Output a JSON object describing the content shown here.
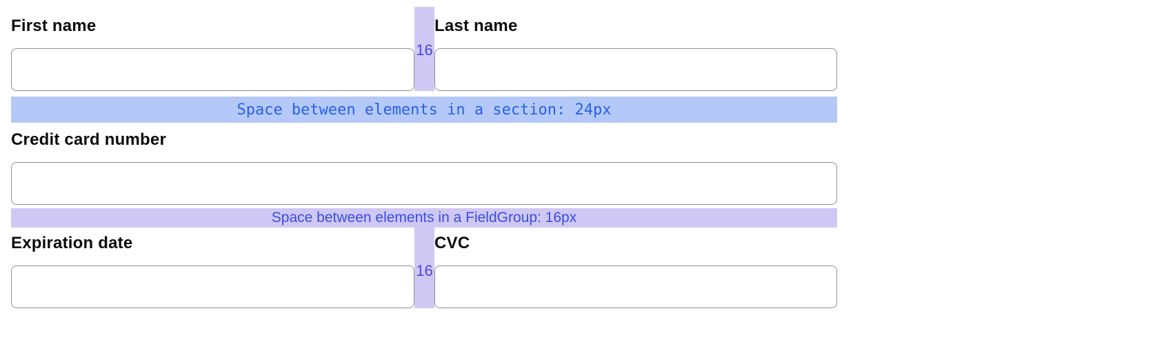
{
  "name_section": {
    "first_name": {
      "label": "First name",
      "value": ""
    },
    "last_name": {
      "label": "Last name",
      "value": ""
    },
    "gap_label": "16"
  },
  "payment_section": {
    "card_number": {
      "label": "Credit card number",
      "value": ""
    },
    "expiration": {
      "label": "Expiration date",
      "value": ""
    },
    "cvc": {
      "label": "CVC",
      "value": ""
    },
    "gap_label": "16"
  },
  "annotations": {
    "section_gap": "Space between elements in a section: 24px",
    "fieldgroup_gap": "Space between elements in a FieldGroup: 16px"
  },
  "colors": {
    "section_band": "#b5c9f8",
    "fieldgroup_band": "#cfc8f4",
    "annotation_blue": "#2761ea",
    "fieldgroup_text": "#3a4de0",
    "gap_text": "#4a44e4",
    "input_border": "#8e8e93"
  }
}
